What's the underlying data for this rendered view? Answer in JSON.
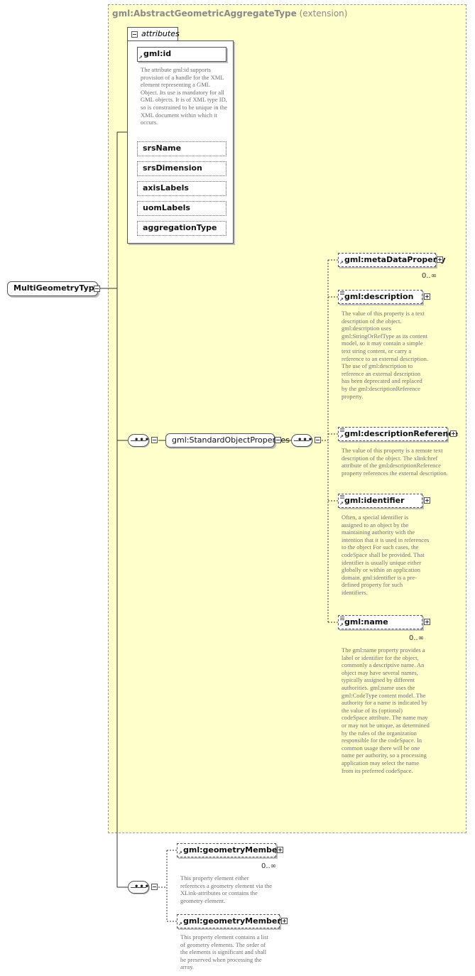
{
  "extension": {
    "type_name": "gml:AbstractGeometricAggregateType",
    "qualifier": "(extension)"
  },
  "root": {
    "label": "MultiGeometryType"
  },
  "attributes": {
    "tab_label": "attributes",
    "items": [
      {
        "label": "gml:id",
        "doc": "The attribute gml:id supports provision of a handle for the XML element representing a GML Object. Its use is mandatory for all GML objects. It is of XML type ID, so is constrained to be unique in the XML document within which it occurs."
      },
      {
        "label": "srsName"
      },
      {
        "label": "srsDimension"
      },
      {
        "label": "axisLabels"
      },
      {
        "label": "uomLabels"
      },
      {
        "label": "aggregationType"
      }
    ]
  },
  "group": {
    "label": "gml:StandardObjectProperties"
  },
  "elements": [
    {
      "label": "gml:metaDataProperty",
      "occurs": "0..∞",
      "doc": ""
    },
    {
      "label": "gml:description",
      "occurs": "",
      "doc": "The value of this property is a text description of the object. gml:description uses gml:StringOrRefType as its content model, so it may contain a simple text string content, or carry a reference to an external description. The use of gml:description to reference an external description has been deprecated and replaced by the gml:descriptionReference property."
    },
    {
      "label": "gml:descriptionReference",
      "occurs": "",
      "doc": "The value of this property is a remote text description of the object. The xlink:href attribute of the gml:descriptionReference property references the external description."
    },
    {
      "label": "gml:identifier",
      "occurs": "",
      "doc": "Often, a special identifier is assigned to an object by the maintaining authority with the intention that it is used in references to the object For such cases, the codeSpace shall be provided. That identifier is usually unique either globally or within an application domain. gml:identifier is a pre-defined property for such identifiers."
    },
    {
      "label": "gml:name",
      "occurs": "0..∞",
      "doc": "The gml:name property provides a label or identifier for the object, commonly a descriptive name. An object may have several names, typically assigned by different authorities. gml:name uses the gml:CodeType content model.  The authority for a name is indicated by the value of its (optional) codeSpace attribute.  The name may or may not be unique, as determined by the rules of the organization responsible for the codeSpace.  In common usage there will be one name per authority, so a processing application may select the name from its preferred codeSpace."
    }
  ],
  "members": [
    {
      "label": "gml:geometryMember",
      "occurs": "0..∞",
      "doc": "This property element either references a geometry element via the XLink-attributes or contains the geometry element."
    },
    {
      "label": "gml:geometryMembers",
      "occurs": "",
      "doc": "This property element contains a list of geometry elements. The order of the elements is significant and shall be preserved when processing the array."
    }
  ]
}
